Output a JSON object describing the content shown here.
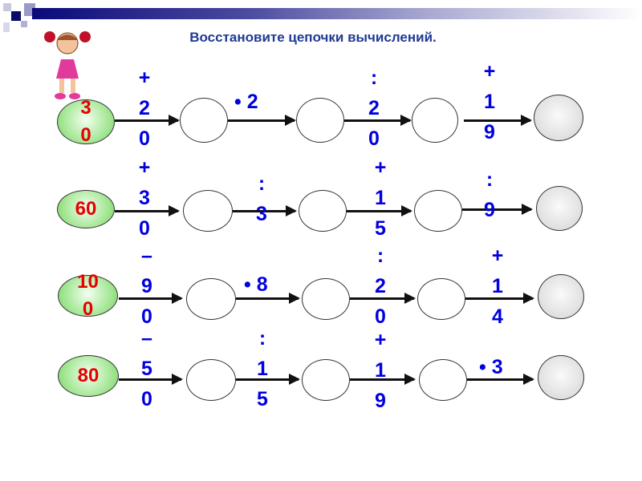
{
  "title": "Восстановите цепочки вычислений.",
  "rows": [
    {
      "start": "30",
      "ops": [
        "+20",
        "• 2",
        ":20",
        "+19"
      ]
    },
    {
      "start": "60",
      "ops": [
        "+30",
        ":3",
        "+15",
        ":9"
      ]
    },
    {
      "start": "100",
      "ops": [
        "–90",
        "• 8",
        ":20",
        "+14"
      ]
    },
    {
      "start": "80",
      "ops": [
        "–50",
        ":15",
        "+19",
        "• 3"
      ]
    }
  ]
}
